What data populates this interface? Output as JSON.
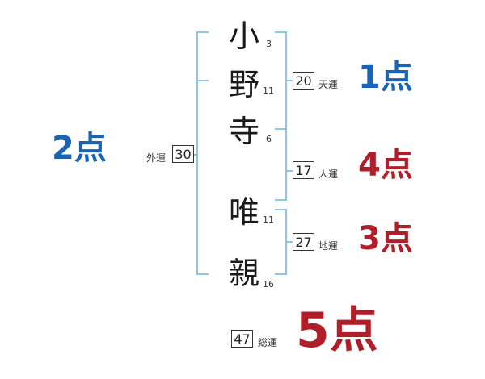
{
  "name": {
    "chars": [
      {
        "char": "小",
        "strokes": "3"
      },
      {
        "char": "野",
        "strokes": "11"
      },
      {
        "char": "寺",
        "strokes": "6"
      },
      {
        "char": "唯",
        "strokes": "11"
      },
      {
        "char": "親",
        "strokes": "16"
      }
    ]
  },
  "fortunes": {
    "gaikaku": {
      "label": "外運",
      "value": "30",
      "score": "2点",
      "color": "#1b63b5"
    },
    "tenkaku": {
      "label": "天運",
      "value": "20",
      "score": "1点",
      "color": "#1b63b5"
    },
    "jinkaku": {
      "label": "人運",
      "value": "17",
      "score": "4点",
      "color": "#b01e2a"
    },
    "chikaku": {
      "label": "地運",
      "value": "27",
      "score": "3点",
      "color": "#b01e2a"
    },
    "soukaku": {
      "label": "総運",
      "value": "47",
      "score": "5点",
      "color": "#b01e2a"
    }
  },
  "colors": {
    "bracket": "#8ec6e6"
  }
}
